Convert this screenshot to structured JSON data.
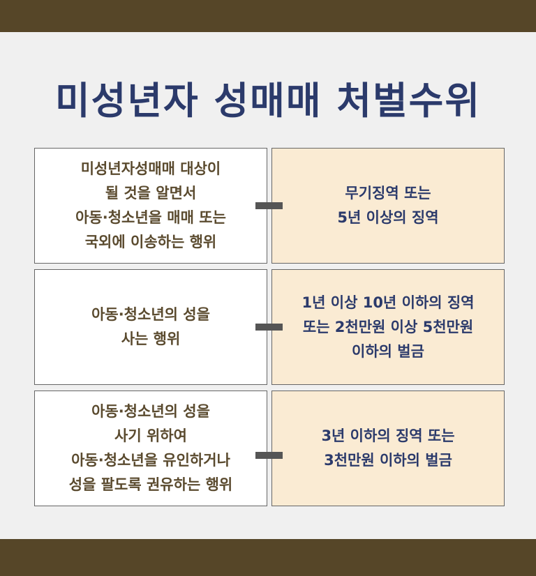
{
  "title": "미성년자 성매매 처벌수위",
  "rows": [
    {
      "act": [
        "미성년자성매매 대상이",
        "될 것을 알면서",
        "아동·청소년을 매매 또는",
        "국외에 이송하는 행위"
      ],
      "penalty": [
        "무기징역 또는",
        "5년 이상의 징역"
      ]
    },
    {
      "act": [
        "아동·청소년의 성을",
        "사는 행위"
      ],
      "penalty": [
        "1년 이상 10년 이하의 징역",
        "또는 2천만원 이상 5천만원",
        "이하의 벌금"
      ]
    },
    {
      "act": [
        "아동·청소년의 성을",
        "사기 위하여",
        "아동·청소년을 유인하거나",
        "성을 팔도록 권유하는 행위"
      ],
      "penalty": [
        "3년 이하의 징역 또는",
        "3천만원 이하의 벌금"
      ]
    }
  ]
}
